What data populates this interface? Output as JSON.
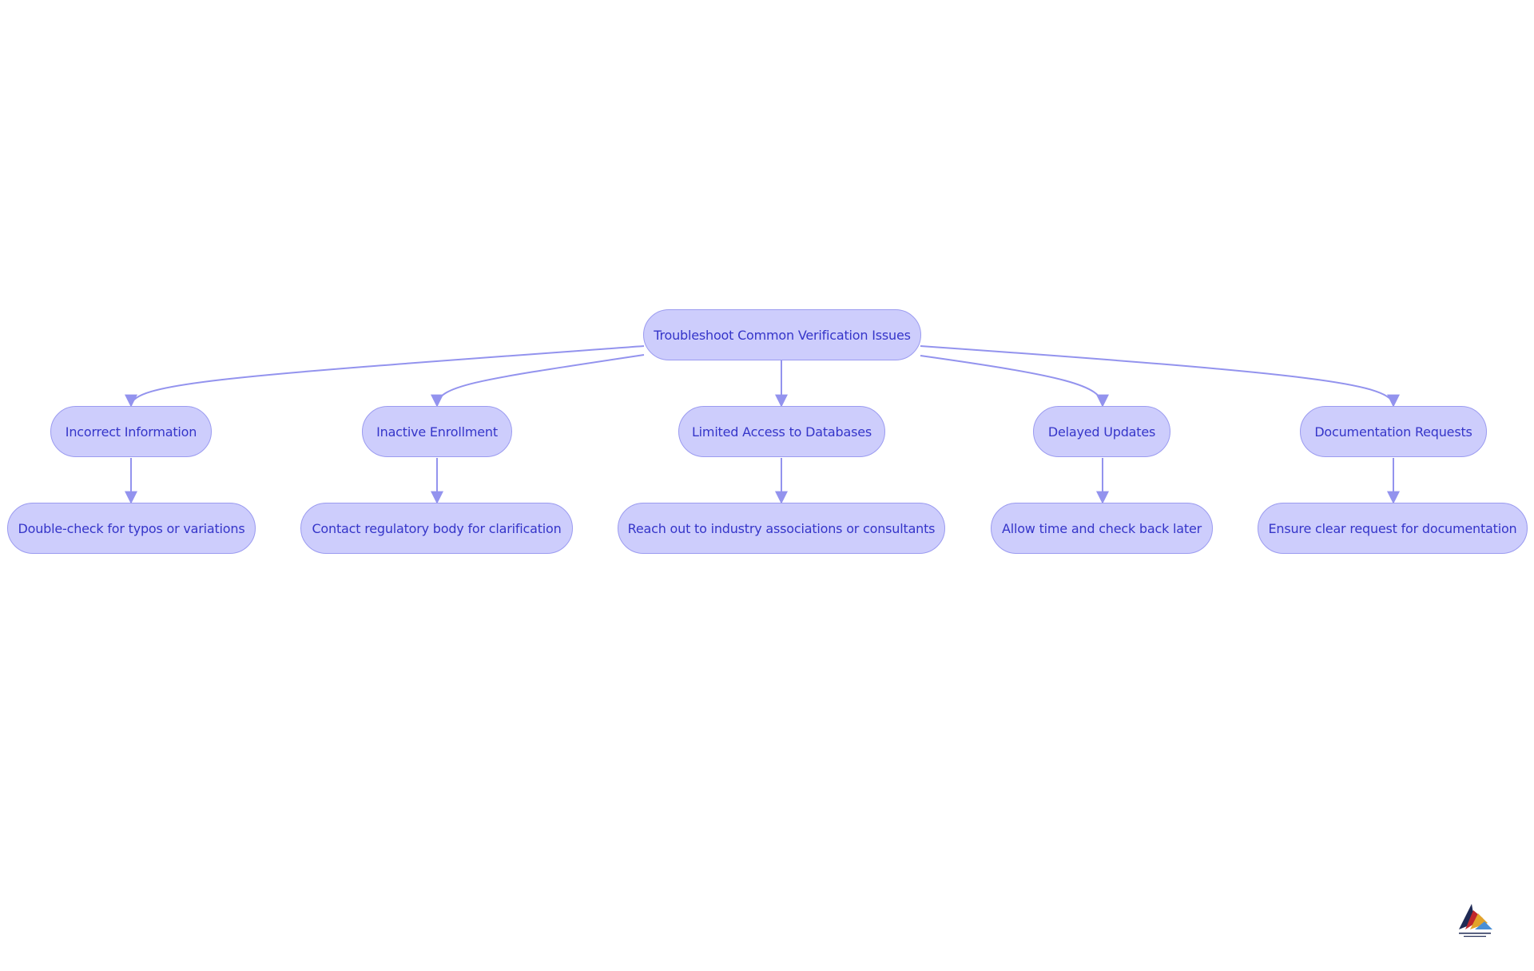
{
  "diagram": {
    "root": {
      "label": "Troubleshoot Common Verification Issues"
    },
    "branches": [
      {
        "issue": "Incorrect Information",
        "action": "Double-check for typos or variations"
      },
      {
        "issue": "Inactive Enrollment",
        "action": "Contact regulatory body for clarification"
      },
      {
        "issue": "Limited Access to Databases",
        "action": "Reach out to industry associations or consultants"
      },
      {
        "issue": "Delayed Updates",
        "action": "Allow time and check back later"
      },
      {
        "issue": "Documentation Requests",
        "action": "Ensure clear request for documentation"
      }
    ],
    "colors": {
      "node_fill": "#cdcdfc",
      "node_border": "#9b9bf0",
      "text": "#3535c9",
      "edge": "#9393ee"
    }
  },
  "logo": {
    "icon": "company-logo-icon"
  }
}
